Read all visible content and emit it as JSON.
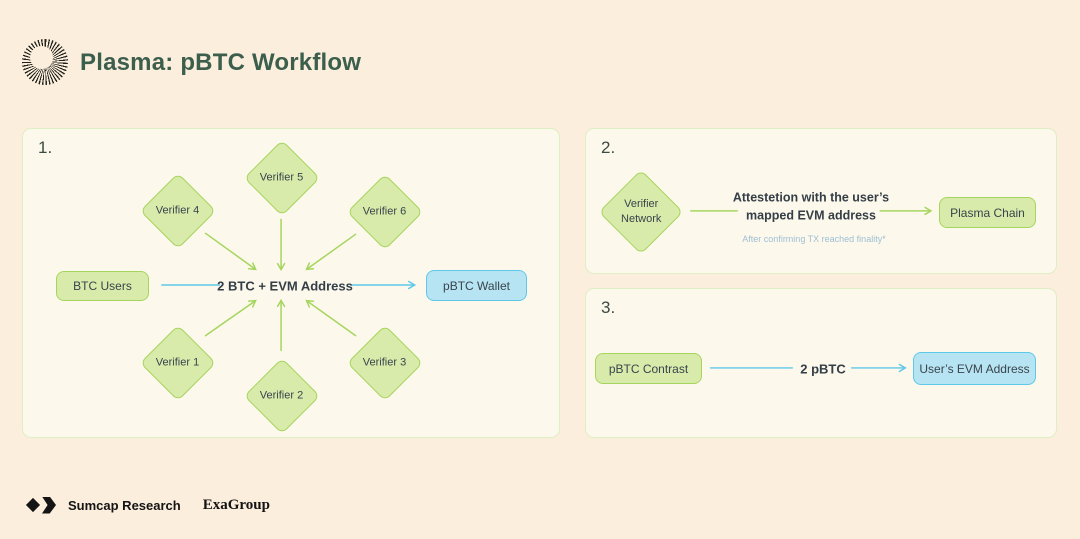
{
  "header": {
    "title": "Plasma: pBTC Workflow",
    "logo_icon": "spiral-burst-logo"
  },
  "panel1": {
    "number": "1.",
    "verifier4": "Verifier 4",
    "verifier5": "Verifier 5",
    "verifier6": "Verifier 6",
    "verifier1": "Verifier 1",
    "verifier2": "Verifier 2",
    "verifier3": "Verifier 3",
    "btc_users": "BTC Users",
    "center_label": "2 BTC + EVM Address",
    "pbtc_wallet": "pBTC Wallet"
  },
  "panel2": {
    "number": "2.",
    "verifier_network": "Verifier\nNetwork",
    "attestation_title": "Attestetion with the user’s\nmapped EVM address",
    "attestation_note": "After confirming TX reached finality*",
    "plasma_chain": "Plasma Chain"
  },
  "panel3": {
    "number": "3.",
    "pbtc_contrast": "pBTC Contrast",
    "amount_label": "2 pBTC",
    "users_evm_address": "User’s EVM Address"
  },
  "footer": {
    "sumcap": "Sumcap Research",
    "exagroup": "ExaGroup",
    "logo_icon": "diamond-chevron-logo"
  },
  "colors": {
    "page_bg": "#fbeedd",
    "panel_bg": "#fdf8ec",
    "panel_border": "#dfeec3",
    "green_fill": "#d8ebaa",
    "green_stroke": "#a6d55e",
    "blue_fill": "#b7e4f2",
    "blue_stroke": "#5fc8e9",
    "title_text": "#3c5e4d",
    "node_text": "#39444d",
    "note_text": "#9dbfd3"
  }
}
